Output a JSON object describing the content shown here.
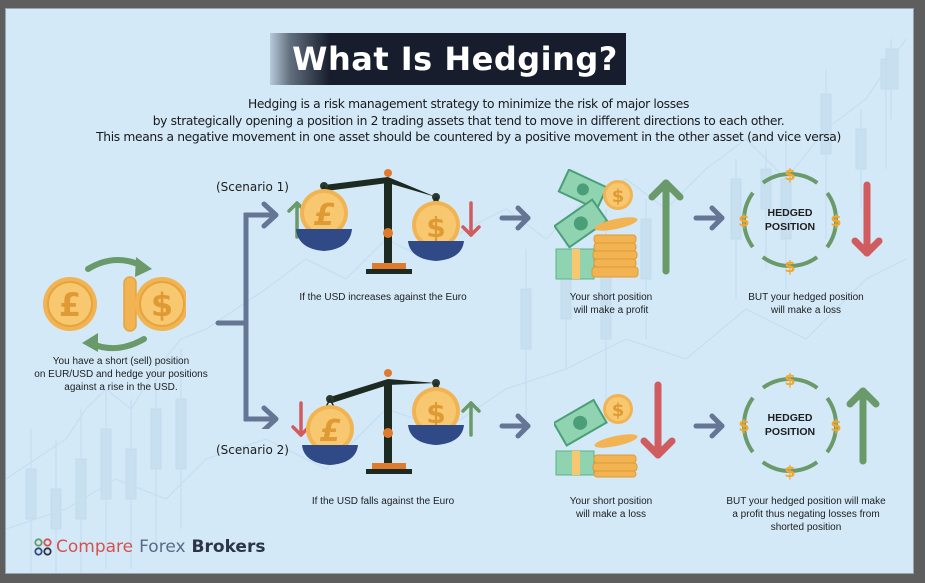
{
  "title": "What Is Hedging?",
  "intro": {
    "line1": "Hedging is a risk management strategy to minimize the risk of major losses",
    "line2": "by strategically opening a position in 2 trading assets that tend to move in different directions to each other.",
    "line3": "This means a negative movement in one asset should be countered by a positive movement in the other asset (and vice versa)"
  },
  "start": {
    "icon_left": "pound-coin-icon",
    "icon_right": "dollar-coin-icon",
    "caption_line1": "You have a short (sell) position",
    "caption_line2": "on EUR/USD and hedge your positions",
    "caption_line3": "against a rise in the USD."
  },
  "scenarios": [
    {
      "label": "(Scenario 1)",
      "scale_caption": "If the USD increases against the Euro",
      "pound_direction": "up",
      "dollar_direction": "down",
      "short_caption_line1": "Your short position",
      "short_caption_line2": "will make a profit",
      "short_direction": "up",
      "hedged_label_line1": "HEDGED",
      "hedged_label_line2": "POSITION",
      "hedged_symbol": "$",
      "hedged_caption_line1": "BUT your hedged position",
      "hedged_caption_line2": "will make a loss",
      "hedged_caption_line3": "",
      "hedged_direction": "down"
    },
    {
      "label": "(Scenario 2)",
      "scale_caption": "If the USD falls against the Euro",
      "pound_direction": "down",
      "dollar_direction": "up",
      "short_caption_line1": "Your short position",
      "short_caption_line2": "will make a loss",
      "short_direction": "down",
      "hedged_label_line1": "HEDGED",
      "hedged_label_line2": "POSITION",
      "hedged_symbol": "$",
      "hedged_caption_line1": "BUT your hedged position will make",
      "hedged_caption_line2": "a profit thus negating losses from",
      "hedged_caption_line3": "shorted position",
      "hedged_direction": "up"
    }
  ],
  "brand": {
    "part1": "Compare",
    "part2": "Forex",
    "part3": "Brokers"
  },
  "colors": {
    "background": "#d3e9f8",
    "title_bg": "#171d2d",
    "up_green": "#6a9a6a",
    "down_red": "#d05c60",
    "connector": "#657594",
    "coin": "#f2b452",
    "scale_pan": "#2f4a86",
    "brand_red": "#d4534f"
  }
}
